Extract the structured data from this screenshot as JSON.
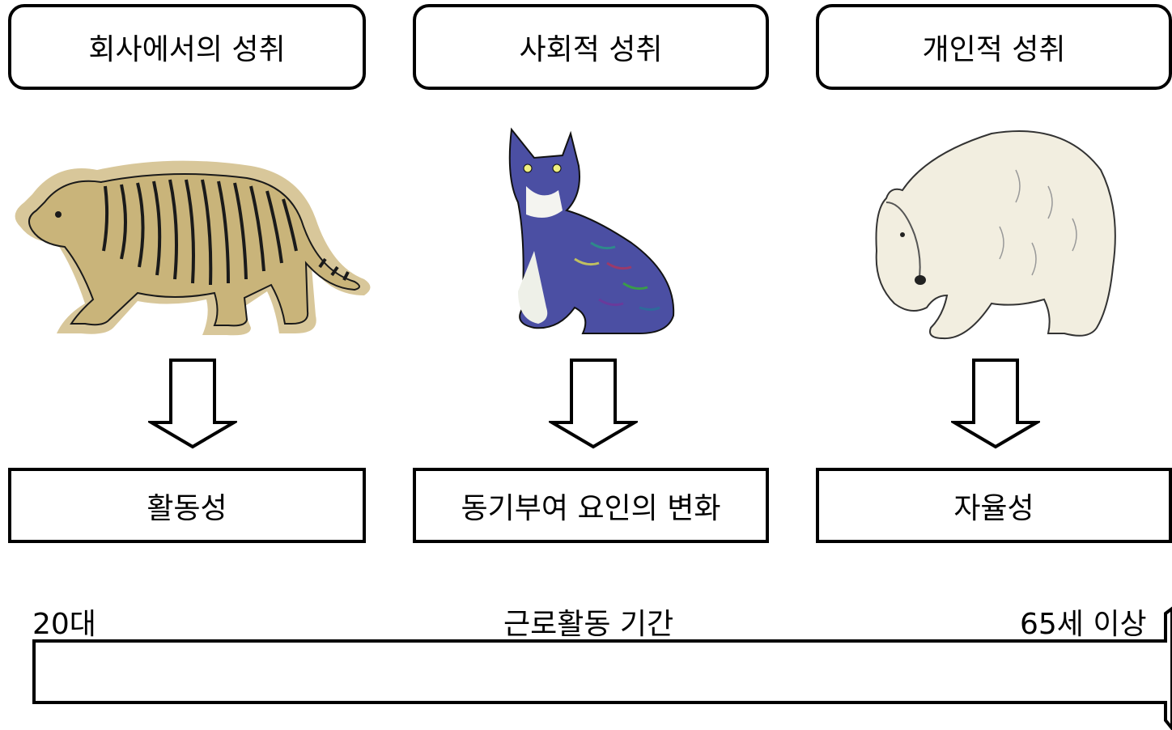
{
  "columns": [
    {
      "achievement": "회사에서의 성취",
      "animal": "tiger",
      "result": "활동성"
    },
    {
      "achievement": "사회적 성취",
      "animal": "cat",
      "result": "동기부여 요인의 변화"
    },
    {
      "achievement": "개인적 성취",
      "animal": "polar-bear",
      "result": "자율성"
    }
  ],
  "timeline": {
    "start_label": "20대",
    "center_label": "근로활동 기간",
    "end_label": "65세 이상"
  },
  "colors": {
    "tiger_outline": "#d8c79a",
    "tiger_body": "#c9b47a",
    "cat_body": "#4b4fa3",
    "bear_body": "#f2eee0"
  }
}
